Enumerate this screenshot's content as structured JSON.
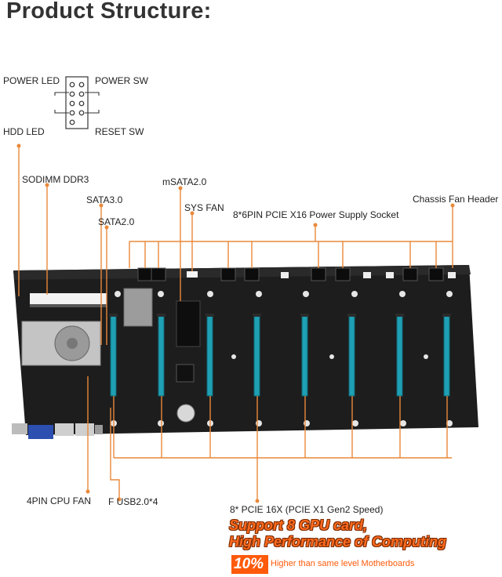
{
  "title": "Product Structure:",
  "labels": {
    "power_led": "POWER LED",
    "power_sw": "POWER SW",
    "hdd_led": "HDD  LED",
    "reset_sw": "RESET SW",
    "sodimm": "SODIMM DDR3",
    "msata": "mSATA2.0",
    "sata3": "SATA3.0",
    "sys_fan": "SYS FAN",
    "sata2": "SATA2.0",
    "pcie_power": "8*6PIN PCIE X16 Power Supply Socket",
    "chassis_fan": "Chassis Fan Header",
    "cpu_fan": "4PIN CPU FAN",
    "usb": "F USB2.0*4",
    "pcie_slots": "8* PCIE 16X (PCIE X1 Gen2 Speed)"
  },
  "promo": {
    "line1": "Support 8 GPU card,",
    "line2": "High Performance of Computing",
    "pct": "10%",
    "tail": "Higher than same level Motherboards"
  },
  "colors": {
    "board": "#1d1d1d",
    "slot": "#1fa0b4",
    "leader": "#e9893a",
    "accent": "#ff5a0a"
  }
}
